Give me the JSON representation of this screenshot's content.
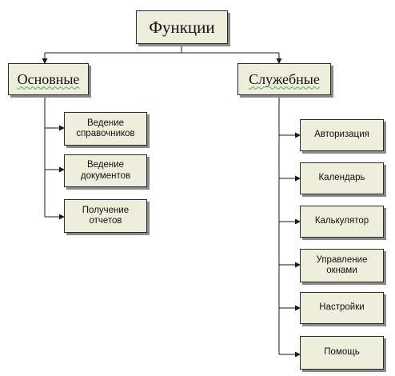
{
  "root": {
    "label": "Функции"
  },
  "categories": [
    {
      "label": "Основные",
      "items": [
        "Ведение справочников",
        "Ведение документов",
        "Получение отчетов"
      ]
    },
    {
      "label": "Служебные",
      "items": [
        "Авторизация",
        "Календарь",
        "Калькулятор",
        "Управление окнами",
        "Настройки",
        "Помощь"
      ]
    }
  ],
  "colors": {
    "box_fill": "#eeeedd",
    "box_border": "#2a2a2a",
    "shadow": "#8a8a8a",
    "line": "#1a1a1a",
    "spellcheck_underline": "#4caf50"
  }
}
